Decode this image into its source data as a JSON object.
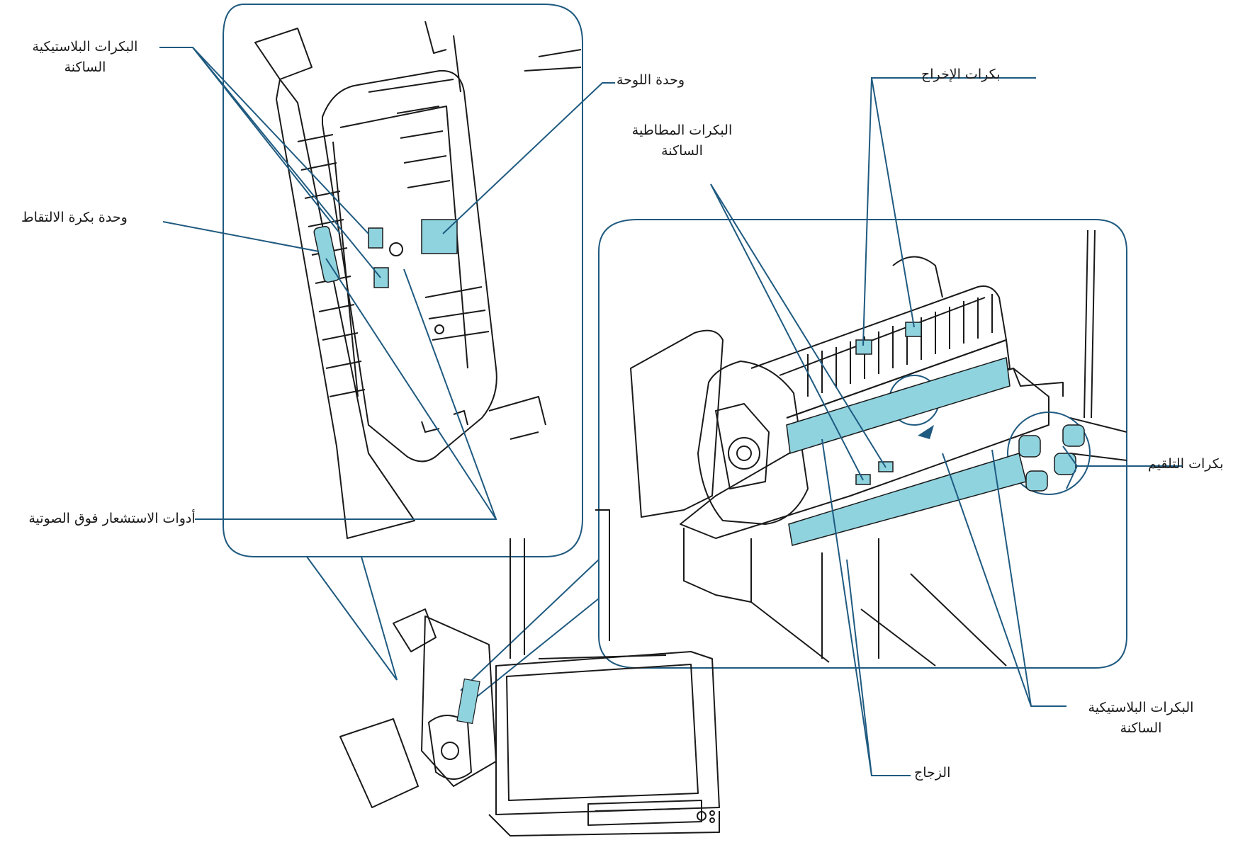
{
  "colors": {
    "leader": "#1f5a80",
    "highlight": "#8fd3df",
    "outline": "#1a1a1a"
  },
  "labels": {
    "stationary_plastic_rollers_top": "البكرات البلاستيكية الساكنة",
    "pad_unit": "وحدة اللوحة",
    "pick_roller_unit": "وحدة بكرة الالتقاط",
    "ultrasonic_sensors": "أدوات الاستشعار فوق الصوتية",
    "eject_rollers": "بكرات الإخراج",
    "stationary_rubber_rollers": "البكرات المطاطية الساكنة",
    "feed_rollers": "بكرات التلقيم",
    "stationary_plastic_rollers_bottom": "البكرات البلاستيكية الساكنة",
    "glass": "الزجاج"
  }
}
